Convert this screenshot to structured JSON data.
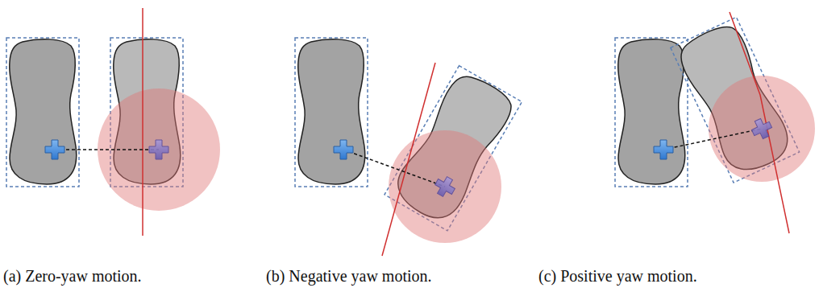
{
  "diagram": {
    "labels": [
      "(a) Zero-yaw motion.",
      "(b) Negative yaw motion.",
      "(c) Positive yaw motion."
    ]
  }
}
